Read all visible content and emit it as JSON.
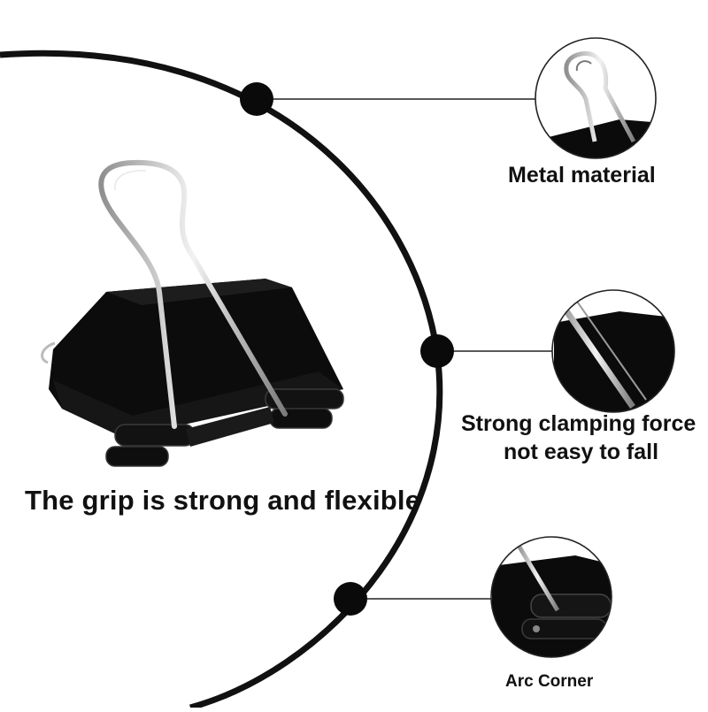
{
  "main_caption": "The grip is strong and flexible",
  "features": [
    {
      "label": "Metal material",
      "icon": "clip-handle-closeup"
    },
    {
      "label_line1": "Strong clamping force",
      "label_line2": "not easy to fall",
      "icon": "clip-clamp-closeup"
    },
    {
      "label": "Arc Corner",
      "icon": "clip-arc-corner-closeup"
    }
  ],
  "colors": {
    "arc": "#111111",
    "clip_body": "#0b0b0b",
    "wire": "#b9b9b9",
    "background": "#ffffff"
  }
}
